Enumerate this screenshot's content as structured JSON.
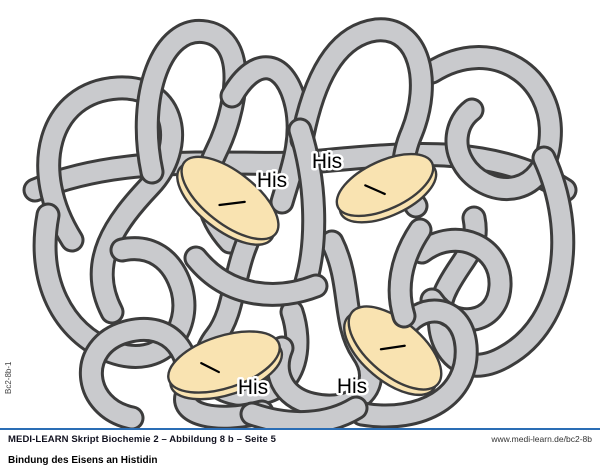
{
  "colors": {
    "tube_fill": "#c9cacd",
    "tube_outline": "#3c3c3c",
    "heme_fill": "#f9e3b1",
    "heme_outline": "#3c3c3c",
    "rule_blue": "#2a6db5",
    "label_black": "#000000"
  },
  "illustration": {
    "his_labels": [
      "His",
      "His",
      "His",
      "His"
    ]
  },
  "footer": {
    "source": "MEDI-LEARN Skript Biochemie 2 – Abbildung 8 b – Seite 5",
    "url": "www.medi-learn.de/bc2-8b",
    "caption": "Bindung des Eisens an Histidin",
    "figure_code": "Bc2-8b-1"
  }
}
